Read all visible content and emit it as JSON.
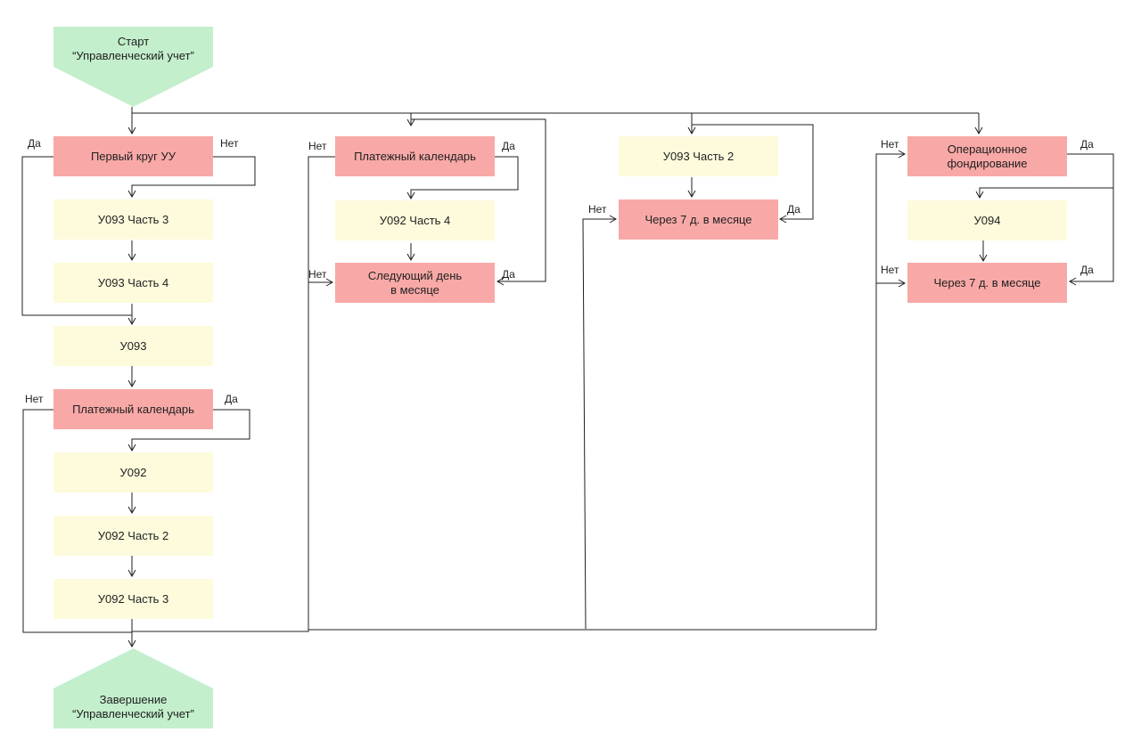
{
  "colors": {
    "decision": "#f8a9a7",
    "process": "#fdfbdc",
    "terminal": "#c3efcc",
    "line": "#1f1f1f"
  },
  "start": {
    "text": "Старт\n“Управленческий учет”"
  },
  "end": {
    "text": "Завершение\n“Управленческий учет”"
  },
  "column1": {
    "first_circle": "Первый круг УУ",
    "first_circle_yes": "Да",
    "first_circle_no": "Нет",
    "u093_part3": "У093 Часть 3",
    "u093_part4": "У093 Часть 4",
    "u093": "У093",
    "pay_calendar": "Платежный календарь",
    "pay_calendar_no": "Нет",
    "pay_calendar_yes": "Да",
    "u092": "У092",
    "u092_part2": "У092 Часть 2",
    "u092_part3": "У092 Часть 3"
  },
  "column2": {
    "pay_calendar": "Платежный календарь",
    "pay_calendar_no": "Нет",
    "pay_calendar_yes": "Да",
    "u092_part4": "У092 Часть 4",
    "next_day": "Следующий день\nв месяце",
    "next_day_no": "Нет",
    "next_day_yes": "Да"
  },
  "column3": {
    "u093_part2": "У093 Часть 2",
    "in7days": "Через 7 д. в месяце",
    "in7days_no": "Нет",
    "in7days_yes": "Да"
  },
  "column4": {
    "op_funding": "Операционное\nфондирование",
    "op_funding_no": "Нет",
    "op_funding_yes": "Да",
    "u094": "У094",
    "in7days": "Через 7 д. в месяце",
    "in7days_no": "Нет",
    "in7days_yes": "Да"
  }
}
